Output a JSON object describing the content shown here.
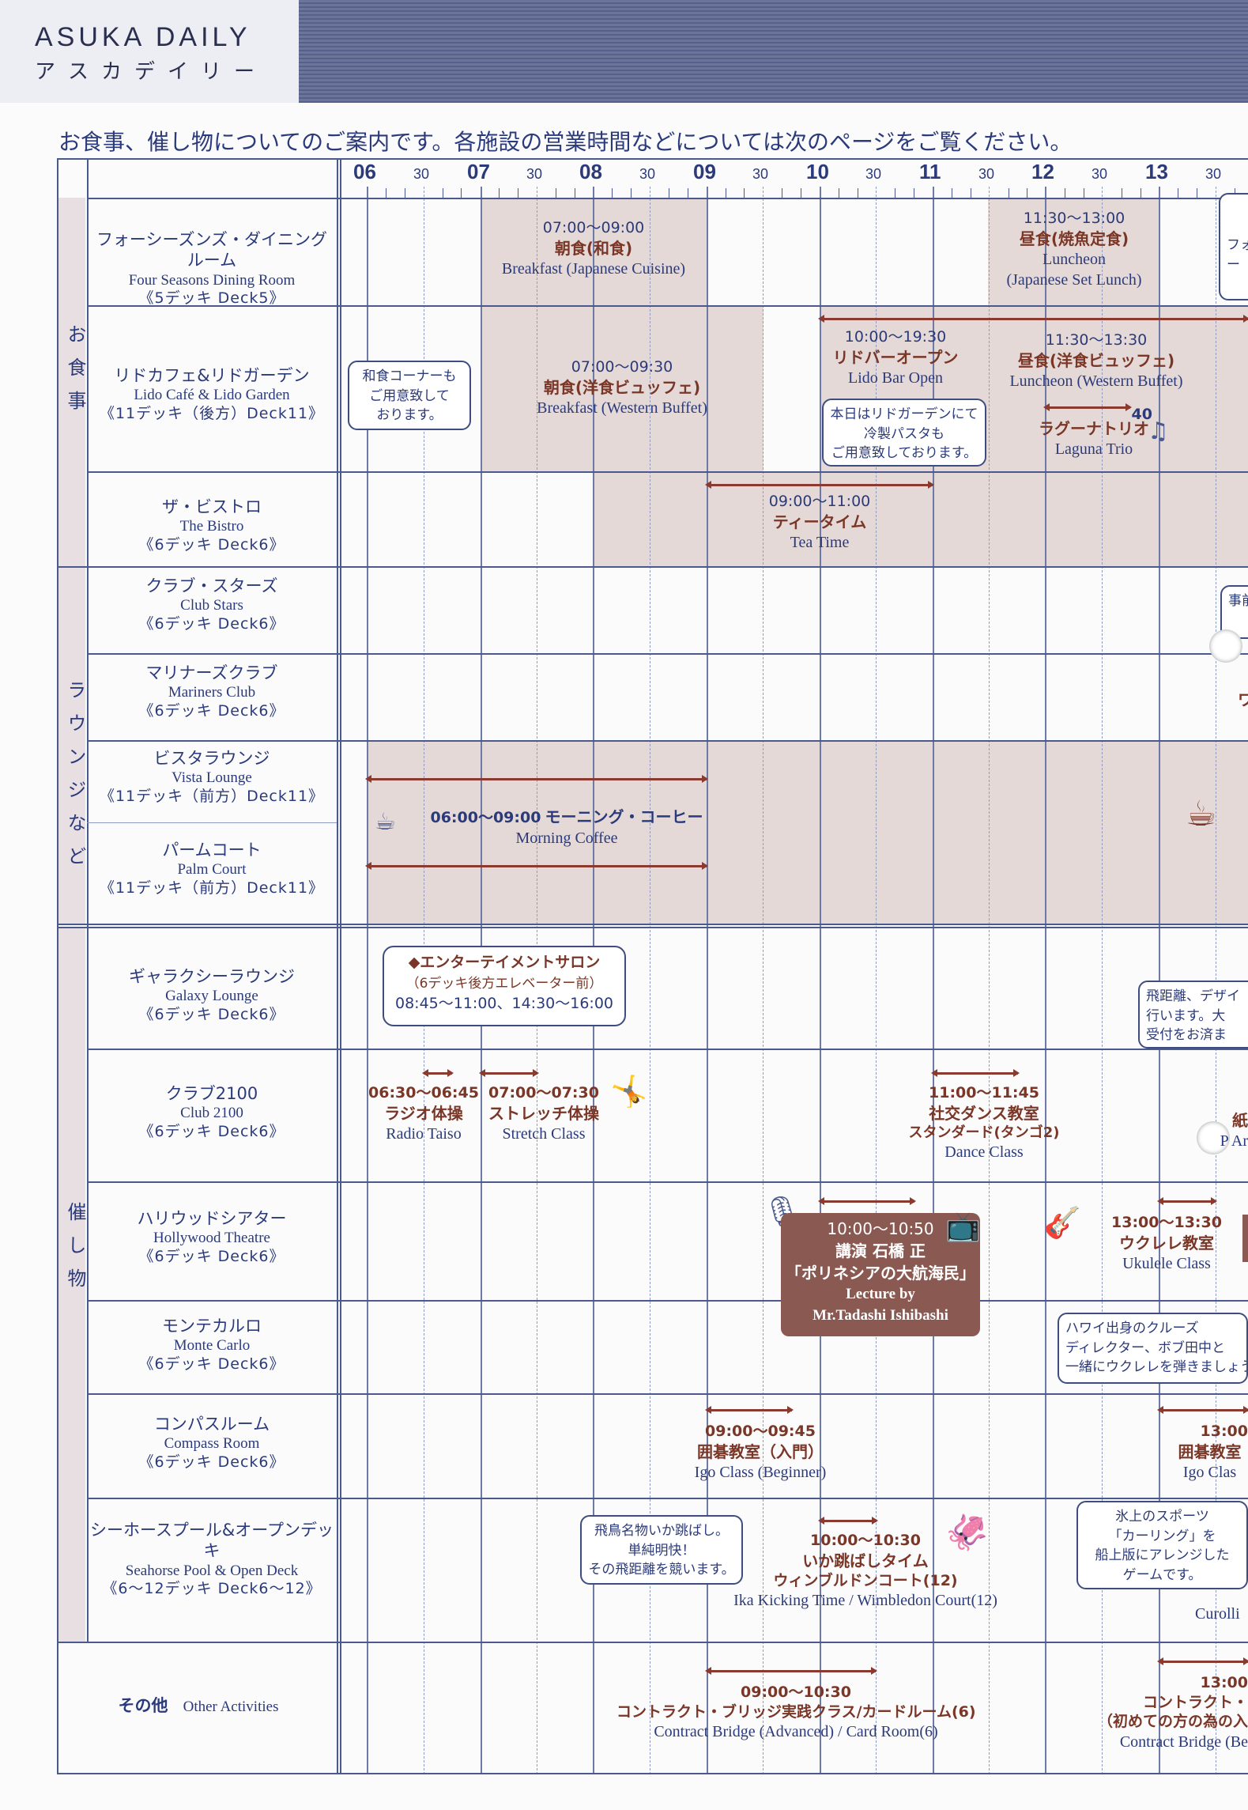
{
  "header": {
    "brand_en": "ASUKA DAILY",
    "brand_jp": "アスカデイリー"
  },
  "intro": "お食事、催し物についてのご案内です。各施設の営業時間などについては次のページをご覧ください。",
  "timeline": {
    "hours": [
      "06",
      "07",
      "08",
      "09",
      "10",
      "11",
      "12",
      "13"
    ],
    "half": "30"
  },
  "categories": {
    "dining": "お食事",
    "lounge": "ラウンジなど",
    "events": "催し物"
  },
  "venues": [
    {
      "jp": "フォーシーズンズ・ダイニングルーム",
      "en": "Four Seasons Dining Room",
      "deck": "《5デッキ Deck5》"
    },
    {
      "jp": "リドカフェ&リドガーデン",
      "en": "Lido Café & Lido Garden",
      "deck": "《11デッキ（後方）Deck11》"
    },
    {
      "jp": "ザ・ビストロ",
      "en": "The Bistro",
      "deck": "《6デッキ Deck6》"
    },
    {
      "jp": "クラブ・スターズ",
      "en": "Club Stars",
      "deck": "《6デッキ Deck6》"
    },
    {
      "jp": "マリナーズクラブ",
      "en": "Mariners Club",
      "deck": "《6デッキ Deck6》"
    },
    {
      "jp": "ビスタラウンジ",
      "en": "Vista Lounge",
      "deck": "《11デッキ（前方）Deck11》"
    },
    {
      "jp": "パームコート",
      "en": "Palm Court",
      "deck": "《11デッキ（前方）Deck11》"
    },
    {
      "jp": "ギャラクシーラウンジ",
      "en": "Galaxy Lounge",
      "deck": "《6デッキ Deck6》"
    },
    {
      "jp": "クラブ2100",
      "en": "Club 2100",
      "deck": "《6デッキ Deck6》"
    },
    {
      "jp": "ハリウッドシアター",
      "en": "Hollywood Theatre",
      "deck": "《6デッキ Deck6》"
    },
    {
      "jp": "モンテカルロ",
      "en": "Monte Carlo",
      "deck": "《6デッキ Deck6》"
    },
    {
      "jp": "コンパスルーム",
      "en": "Compass Room",
      "deck": "《6デッキ Deck6》"
    },
    {
      "jp": "シーホースプール&オープンデッキ",
      "en": "Seahorse Pool & Open Deck",
      "deck": "《6〜12デッキ Deck6〜12》"
    }
  ],
  "other": {
    "jp": "その他",
    "en": "Other Activities"
  },
  "events": {
    "fs_breakfast": {
      "time": "07:00〜09:00",
      "jp": "朝食(和食)",
      "en": "Breakfast (Japanese Cuisine)"
    },
    "fs_lunch": {
      "time": "11:30〜13:00",
      "jp": "昼食(焼魚定食)",
      "en1": "Luncheon",
      "en2": "(Japanese Set Lunch)"
    },
    "fs_edge": "フォー",
    "lido_note": [
      "和食コーナーも",
      "ご用意致して",
      "おります。"
    ],
    "lido_breakfast": {
      "time": "07:00〜09:30",
      "jp": "朝食(洋食ビュッフェ)",
      "en": "Breakfast (Western Buffet)"
    },
    "lido_bar": {
      "time": "10:00〜19:30",
      "jp": "リドバーオープン",
      "en": "Lido Bar Open"
    },
    "lido_lunch": {
      "time": "11:30〜13:30",
      "jp": "昼食(洋食ビュッフェ)",
      "en": "Luncheon (Western Buffet)"
    },
    "lido_pasta": [
      "本日はリドガーデンにて",
      "冷製パスタも",
      "ご用意致しております。"
    ],
    "laguna": {
      "num": "40",
      "jp": "ラグーナトリオ",
      "en": "Laguna Trio"
    },
    "tea": {
      "time": "09:00〜11:00",
      "jp": "ティータイム",
      "en": "Tea Time"
    },
    "clubstars_edge": "事前",
    "mariners_edge": "ワ",
    "coffee": {
      "time": "06:00〜09:00",
      "jp": "モーニング・コーヒー",
      "en": "Morning  Coffee"
    },
    "salon": {
      "title": "◆エンターテイメントサロン",
      "place": "（6デッキ後方エレベーター前）",
      "time": "08:45〜11:00、14:30〜16:00"
    },
    "galaxy_edge": [
      "飛距離、デザイ",
      "行います。大",
      "受付をお済ま"
    ],
    "radio": {
      "time": "06:30〜06:45",
      "jp": "ラジオ体操",
      "en": "Radio Taiso"
    },
    "stretch": {
      "time": "07:00〜07:30",
      "jp": "ストレッチ体操",
      "en": "Stretch Class"
    },
    "dance": {
      "time": "11:00〜11:45",
      "jp": "社交ダンス教室",
      "jp2": "スタンダード(タンゴ2)",
      "en": "Dance Class"
    },
    "club2100_edge": {
      "jp": "紙",
      "en": "P    Ar"
    },
    "lecture": {
      "time": "10:00〜10:50",
      "jp1": "講演 石橋 正",
      "jp2": "「ポリネシアの大航海民」",
      "en1": "Lecture by",
      "en2": "Mr.Tadashi Ishibashi"
    },
    "ukulele": {
      "time": "13:00〜13:30",
      "jp": "ウクレレ教室",
      "en": "Ukulele Class"
    },
    "ukulele_note": [
      "ハワイ出身のクルーズ",
      "ディレクター、ボブ田中と",
      "一緒にウクレレを弾きましょう"
    ],
    "igo": {
      "time": "09:00〜09:45",
      "jp": "囲碁教室（入門）",
      "en": "Igo Class (Beginner)"
    },
    "igo2": {
      "time": "13:00",
      "jp": "囲碁教室",
      "en": "Igo Clas"
    },
    "ika_note": [
      "飛鳥名物いか跳ばし。",
      "単純明快！",
      "その飛距離を競います。"
    ],
    "ika": {
      "time": "10:00〜10:30",
      "jp": "いか跳ばしタイム",
      "jp2": "ウィンブルドンコート(12)",
      "en": "Ika Kicking  Time / Wimbledon Court(12)"
    },
    "curling_note": [
      "氷上のスポーツ",
      "「カーリング」を",
      "船上版にアレンジした",
      "ゲームです。"
    ],
    "curling_edge": "Curolli",
    "bridge": {
      "time": "09:00〜10:30",
      "jp": "コントラクト・ブリッジ実践クラス/カードルーム(6)",
      "en": "Contract Bridge (Advanced) / Card Room(6)"
    },
    "bridge2": {
      "time": "13:00",
      "jp": "コントラクト・",
      "jp2": "（初めての方の為の入",
      "en": "Contract Bridge (Be"
    }
  },
  "colors": {
    "line": "#4b5a8e",
    "shade": "#e4d9d6",
    "accent": "#7a3626",
    "header_stripes": "#56608a"
  }
}
